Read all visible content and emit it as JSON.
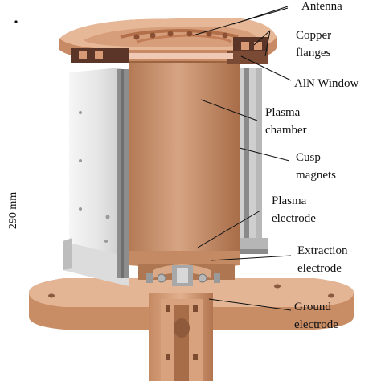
{
  "dimension": {
    "text": "290 mm"
  },
  "labels": {
    "antenna": [
      "Antenna"
    ],
    "copper_flanges": [
      "Copper",
      "flanges"
    ],
    "aln_window": [
      "AlN Window"
    ],
    "plasma_chamber": [
      "Plasma",
      "chamber"
    ],
    "cusp_magnets": [
      "Cusp",
      "magnets"
    ],
    "plasma_electrode": [
      "Plasma",
      "electrode"
    ],
    "extraction_electrode": [
      "Extraction",
      "electrode"
    ],
    "ground_electrode": [
      "Ground",
      "electrode"
    ]
  },
  "colors": {
    "copper": "#d9a07c",
    "copper_dark": "#b97a55",
    "copper_light": "#edc2a4",
    "chamber": "#c99470",
    "magnet_housing": "#e6e6e6",
    "steel": "#8c8c8c",
    "flange_dark": "#5a3528",
    "window": "#efc9b4"
  }
}
